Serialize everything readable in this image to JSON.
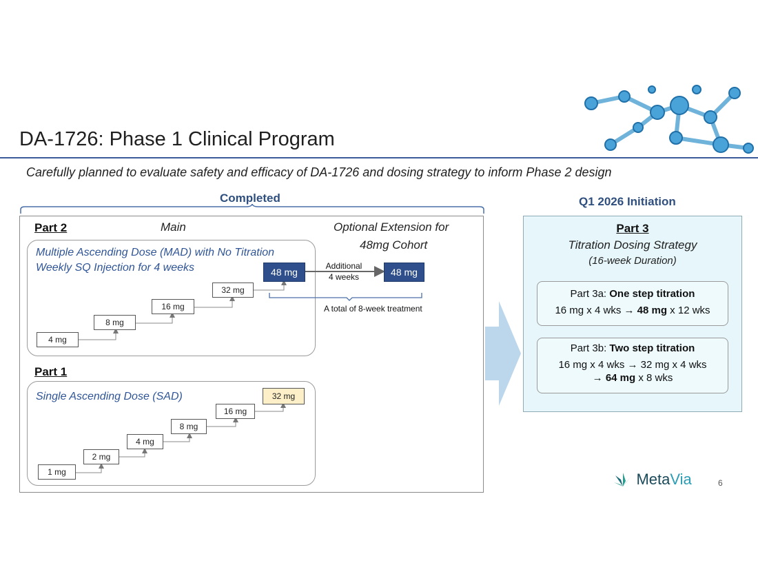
{
  "slide": {
    "title": "DA-1726: Phase 1 Clinical Program",
    "subtitle": "Carefully planned to evaluate safety and efficacy of DA-1726 and dosing strategy to inform Phase 2 design",
    "page_number": "6"
  },
  "completed": {
    "label": "Completed",
    "part2": {
      "heading": "Part 2",
      "main_label": "Main",
      "extension_label_line1": "Optional Extension for",
      "extension_label_line2": "48mg Cohort",
      "desc_line1": "Multiple Ascending Dose (MAD) with No Titration",
      "desc_line2": "Weekly SQ Injection for 4 weeks",
      "doses": [
        "4 mg",
        "8 mg",
        "16 mg",
        "32 mg",
        "48 mg"
      ],
      "extension_dose": "48 mg",
      "additional_line1": "Additional",
      "additional_line2": "4 weeks",
      "total_note": "A total of 8-week treatment"
    },
    "part1": {
      "heading": "Part 1",
      "desc": "Single Ascending Dose (SAD)",
      "doses": [
        "1 mg",
        "2 mg",
        "4 mg",
        "8 mg",
        "16 mg",
        "32 mg"
      ]
    }
  },
  "initiation": {
    "label": "Q1 2026 Initiation",
    "part3": {
      "heading": "Part 3",
      "strategy": "Titration Dosing Strategy",
      "duration": "(16-week Duration)",
      "part3a": {
        "prefix": "Part 3a: ",
        "name": "One step titration",
        "line_pre": "16 mg x 4 wks → ",
        "line_bold": "48 mg",
        "line_post": " x 12 wks"
      },
      "part3b": {
        "prefix": "Part 3b: ",
        "name": "Two step titration",
        "line1": "16 mg x 4 wks → 32 mg x 4 wks",
        "line2_pre": "→ ",
        "line2_bold": "64 mg",
        "line2_post": " x 8 wks"
      }
    }
  },
  "logo": {
    "text_meta": "Meta",
    "text_via": "Via"
  },
  "colors": {
    "title_blue": "#2f4f7f",
    "dose_dark": "#2e4f8c",
    "dose_highlight": "#fdf0c8",
    "panel_bg": "#e6f6fa",
    "arrow_fill": "#bcd6ec",
    "logo_teal": "#1a6b7a"
  }
}
